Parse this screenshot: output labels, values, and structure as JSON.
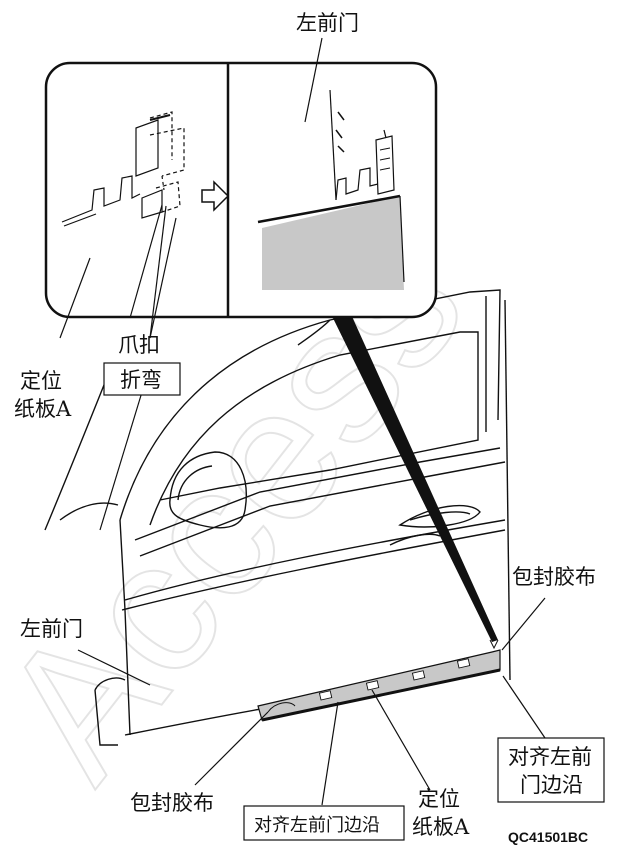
{
  "labels": {
    "top_door": "左前门",
    "clip": "爪扣",
    "bend": "折弯",
    "template_1": "定位",
    "template_2": "纸板A",
    "left_door": "左前门",
    "tape_right": "包封胶布",
    "tape_bottom": "包封胶布",
    "align_bottom": "对齐左前门边沿",
    "align_right_1": "对齐左前",
    "align_right_2": "门边沿",
    "template_b_1": "定位",
    "template_b_2": "纸板A",
    "figure_code": "QC41501BC"
  },
  "watermark": "Access",
  "colors": {
    "line": "#111111",
    "template_fill": "#c8c8c8",
    "watermark": "#cfcfcf"
  }
}
